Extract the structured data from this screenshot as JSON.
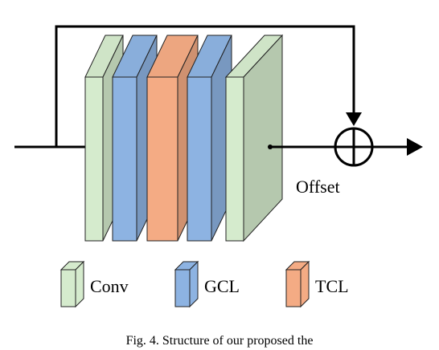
{
  "diagram": {
    "offset_label": "Offset",
    "legend": [
      {
        "label": "Conv",
        "color": "#d5ebcd"
      },
      {
        "label": "GCL",
        "color": "#8db3e2"
      },
      {
        "label": "TCL",
        "color": "#f4ab84"
      }
    ],
    "layers": [
      "Conv",
      "GCL",
      "TCL",
      "GCL",
      "Conv"
    ],
    "layer_colors": {
      "Conv": "#d5ebcd",
      "GCL": "#8db3e2",
      "TCL": "#f4ab84"
    },
    "layer_edge_colors": {
      "Conv": "#6b8f60",
      "GCL": "#2f5597",
      "TCL": "#c55a11"
    },
    "sum_symbol": "⊕"
  },
  "caption": "Fig. 4.   Structure of our proposed the"
}
